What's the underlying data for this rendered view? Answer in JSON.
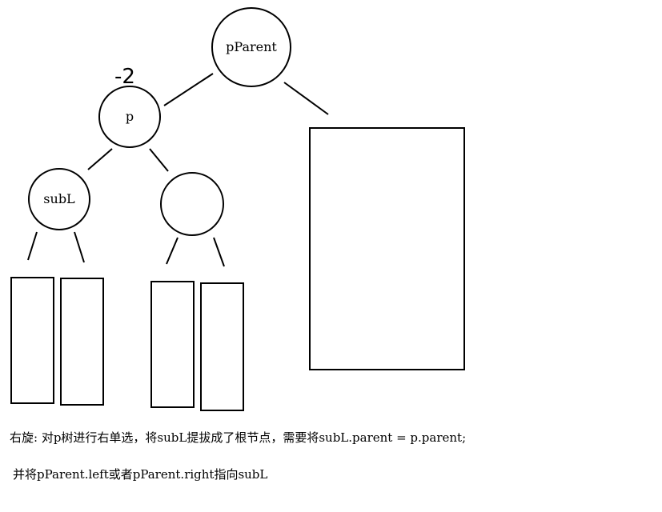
{
  "diagram": {
    "nodes": {
      "pparent": "pParent",
      "p": "p",
      "subl": "subL"
    },
    "balance_factor": "-2"
  },
  "caption": {
    "line1": "右旋: 对p树进行右单选，将subL提拔成了根节点，需要将subL.parent = p.parent;",
    "line2": "并将pParent.left或者pParent.right指向subL"
  }
}
